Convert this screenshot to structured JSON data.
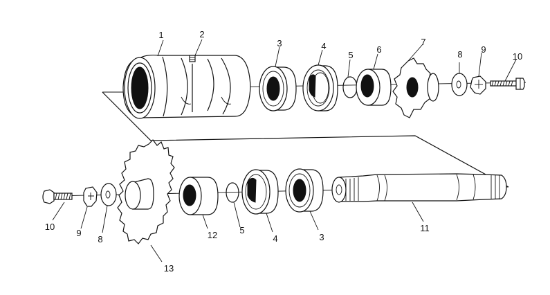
{
  "diagram": {
    "type": "exploded-parts-view",
    "upper_assembly": {
      "callouts": [
        {
          "id": "part-1",
          "label": "1"
        },
        {
          "id": "part-2",
          "label": "2"
        },
        {
          "id": "part-3",
          "label": "3"
        },
        {
          "id": "part-4",
          "label": "4"
        },
        {
          "id": "part-5",
          "label": "5"
        },
        {
          "id": "part-6",
          "label": "6"
        },
        {
          "id": "part-7",
          "label": "7"
        },
        {
          "id": "part-8",
          "label": "8"
        },
        {
          "id": "part-9",
          "label": "9"
        },
        {
          "id": "part-10",
          "label": "10"
        }
      ]
    },
    "lower_assembly": {
      "callouts": [
        {
          "id": "part-10",
          "label": "10"
        },
        {
          "id": "part-9",
          "label": "9"
        },
        {
          "id": "part-8",
          "label": "8"
        },
        {
          "id": "part-13",
          "label": "13"
        },
        {
          "id": "part-12",
          "label": "12"
        },
        {
          "id": "part-5",
          "label": "5"
        },
        {
          "id": "part-4",
          "label": "4"
        },
        {
          "id": "part-3",
          "label": "3"
        },
        {
          "id": "part-11",
          "label": "11"
        }
      ]
    }
  }
}
